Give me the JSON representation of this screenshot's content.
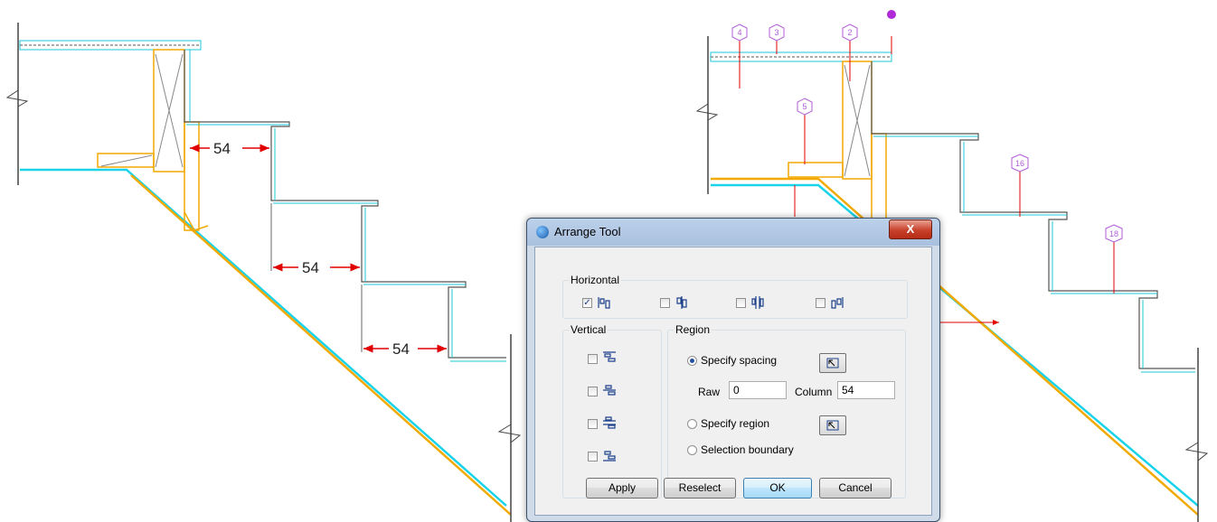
{
  "drawing": {
    "dimensions": [
      "54",
      "54",
      "54"
    ],
    "callouts": [
      "4",
      "3",
      "2",
      "5",
      "16",
      "18"
    ]
  },
  "dialog": {
    "title": "Arrange Tool",
    "close_label": "X",
    "horizontal": {
      "legend": "Horizontal",
      "options": [
        {
          "checked": true,
          "icon": "align-left-icon"
        },
        {
          "checked": false,
          "icon": "align-center-icon"
        },
        {
          "checked": false,
          "icon": "align-distribute-icon"
        },
        {
          "checked": false,
          "icon": "align-right-icon"
        }
      ]
    },
    "vertical": {
      "legend": "Vertical",
      "options": [
        {
          "checked": false,
          "icon": "align-top-icon"
        },
        {
          "checked": false,
          "icon": "align-middle-icon"
        },
        {
          "checked": false,
          "icon": "align-distribute-vertical-icon"
        },
        {
          "checked": false,
          "icon": "align-bottom-icon"
        }
      ]
    },
    "region": {
      "legend": "Region",
      "specify_spacing": "Specify spacing",
      "raw_label": "Raw",
      "raw_value": "0",
      "column_label": "Column",
      "column_value": "54",
      "specify_region": "Specify region",
      "selection_boundary": "Selection boundary",
      "selected": "specify_spacing"
    },
    "buttons": {
      "apply": "Apply",
      "reselect": "Reselect",
      "ok": "OK",
      "cancel": "Cancel"
    }
  }
}
